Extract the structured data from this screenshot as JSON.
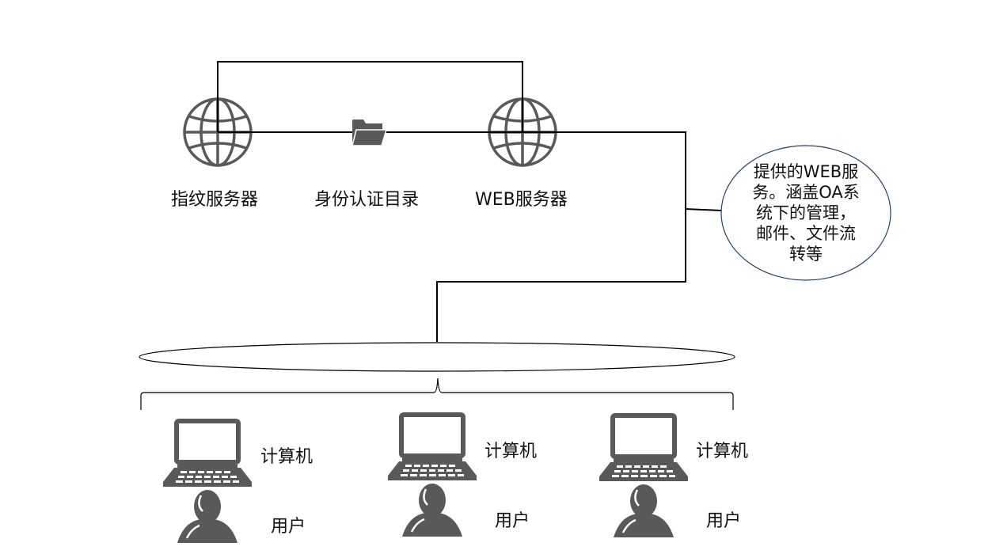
{
  "nodes": {
    "fingerprint_server": {
      "label": "指纹服务器",
      "icon": "globe-icon"
    },
    "auth_directory": {
      "label": "身份认证目录",
      "icon": "folder-icon"
    },
    "web_server": {
      "label": "WEB服务器",
      "icon": "globe-icon"
    }
  },
  "callout": {
    "text": "提供的WEB服务。涵盖OA系统下的管理，邮件、文件流转等"
  },
  "clients": [
    {
      "computer_label": "计算机",
      "user_label": "用户"
    },
    {
      "computer_label": "计算机",
      "user_label": "用户"
    },
    {
      "computer_label": "计算机",
      "user_label": "用户"
    }
  ],
  "colors": {
    "icon": "#595959",
    "line": "#000000",
    "callout_border": "#2f3f6a"
  }
}
